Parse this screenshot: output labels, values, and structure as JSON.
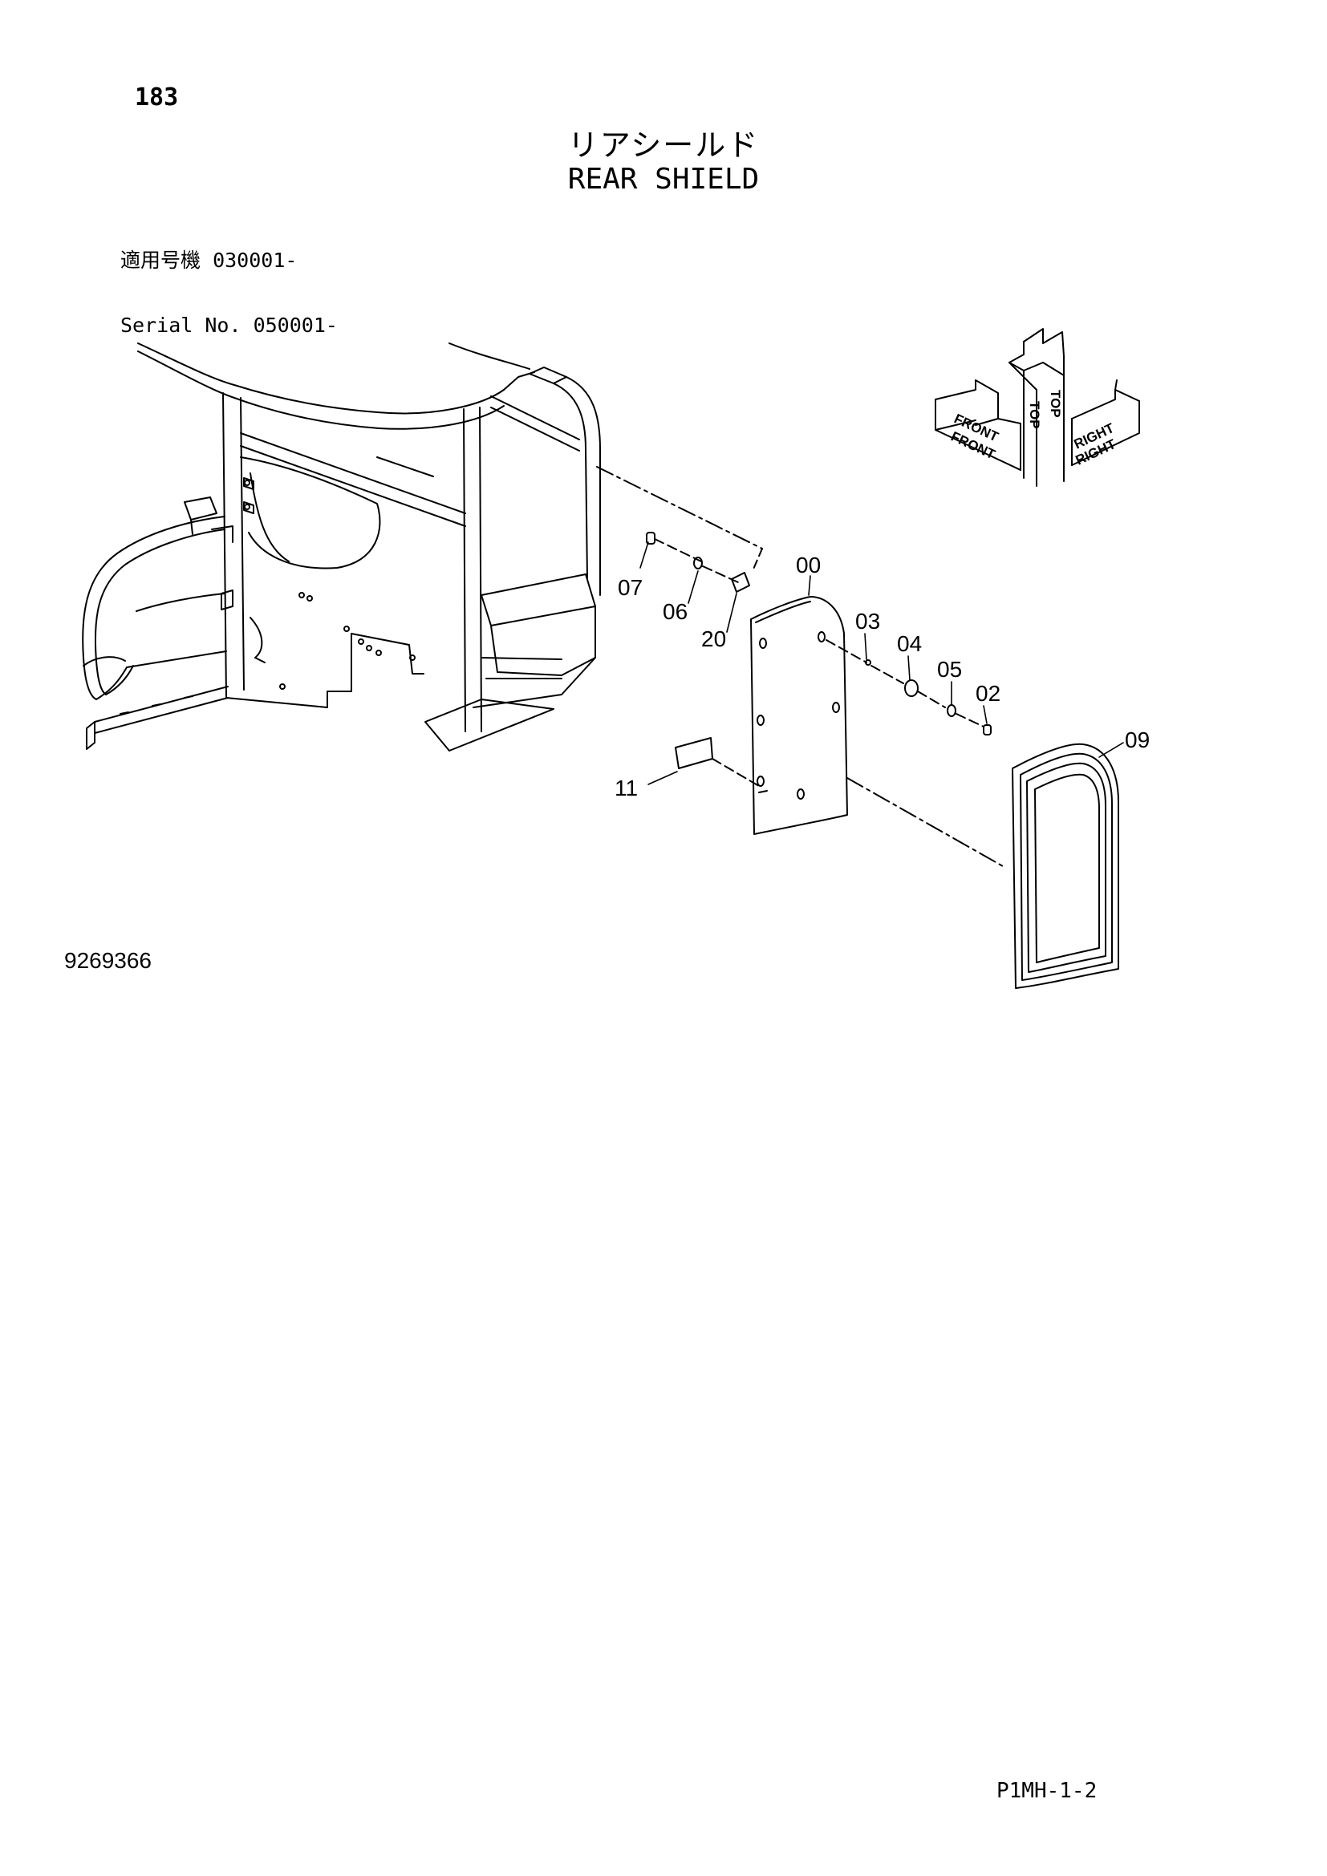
{
  "header": {
    "page_number": "183",
    "title_jp": "リアシールド",
    "title_en": "REAR SHIELD",
    "serial_jp_label": "適用号機",
    "serial_jp_value": "030001-",
    "serial_en_label": "Serial No.",
    "serial_en_value": "050001-"
  },
  "orientation": {
    "top": "TOP",
    "front": "FRONT",
    "right": "RIGHT"
  },
  "callouts": {
    "c00": "00",
    "c02": "02",
    "c03": "03",
    "c04": "04",
    "c05": "05",
    "c06": "06",
    "c07": "07",
    "c09": "09",
    "c11": "11",
    "c20": "20"
  },
  "footer": {
    "drawing_number": "9269366",
    "sheet_code": "P1MH-1-2"
  }
}
